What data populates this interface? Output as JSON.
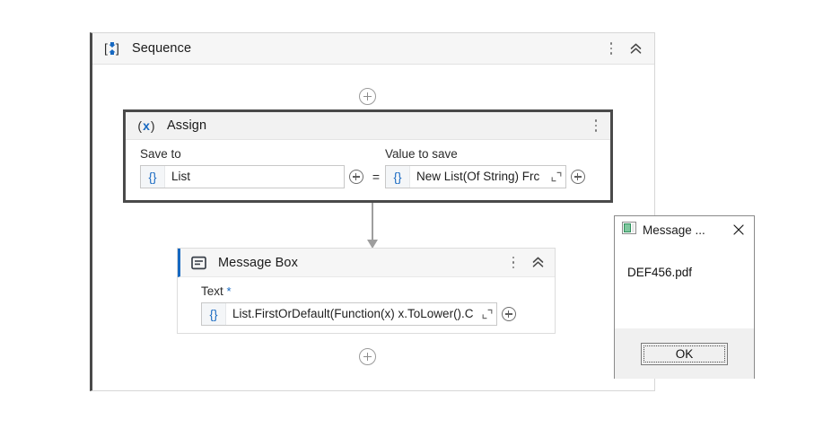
{
  "sequence": {
    "title": "Sequence",
    "icon": "sequence-icon",
    "menu_icon": "kebab-menu-icon",
    "collapse_icon": "double-chevron-up-icon"
  },
  "assign": {
    "title": "Assign",
    "icon": "assign-variable-icon",
    "menu_icon": "kebab-menu-icon",
    "save_to": {
      "label": "Save to",
      "brace": "{}",
      "value": "List"
    },
    "operator": "=",
    "value_to_save": {
      "label": "Value to save",
      "brace": "{}",
      "value": "New List(Of String) Frc",
      "expand_icon": "expand-editor-icon"
    },
    "add_icon": "add-circle-icon"
  },
  "message_box": {
    "title": "Message Box",
    "icon": "message-box-icon",
    "menu_icon": "kebab-menu-icon",
    "collapse_icon": "double-chevron-up-icon",
    "text_field": {
      "label": "Text",
      "required_marker": "*",
      "brace": "{}",
      "value": "List.FirstOrDefault(Function(x) x.ToLower().C",
      "expand_icon": "expand-editor-icon"
    },
    "add_icon": "add-circle-icon"
  },
  "connectors": {
    "add_node_top": "+",
    "add_node_bottom": "+",
    "arrow": "down-arrow-connector"
  },
  "dialog": {
    "title": "Message ...",
    "icon": "app-window-icon",
    "close_icon": "close-x-icon",
    "message": "DEF456.pdf",
    "ok_label": "OK"
  },
  "colors": {
    "accent_blue": "#1668c1",
    "selection_border": "#4a4a4a",
    "header_gray": "#f6f6f6",
    "dialog_footer": "#f0f0f0"
  }
}
